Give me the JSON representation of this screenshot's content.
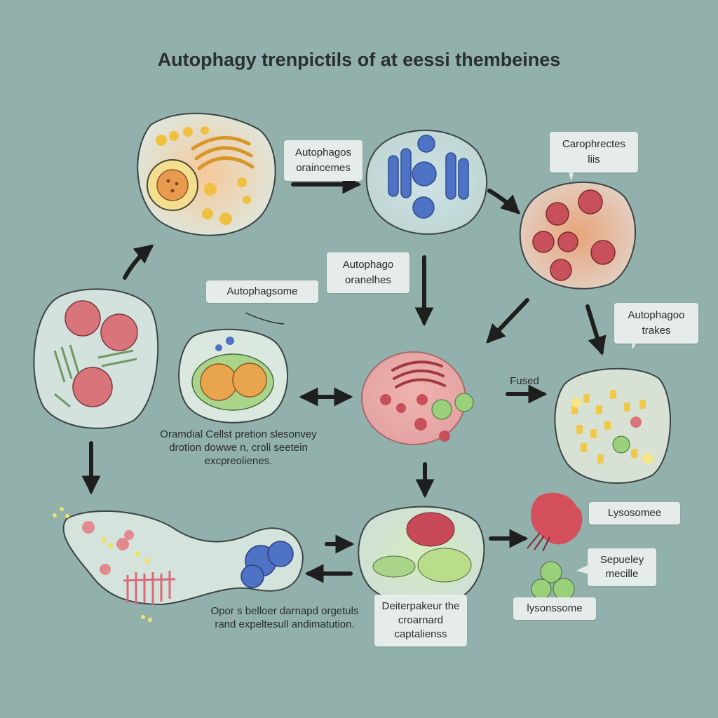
{
  "title": "Autophagy trenpictils of at eessi thembeines",
  "labels": {
    "autophagos_oraincemes": "Autophagos oraincemes",
    "carophrectes_liis": "Carophrectes liis",
    "autophago_oranelhes": "Autophago oranelhes",
    "autophagsome": "Autophagsome",
    "autophagoo_trakes": "Autophagoo trakes",
    "fused": "Fused",
    "oramdial_caption": "Oramdial Cellst pretion slesonvey drotion dowwe n, croli seetein excpreolienes.",
    "lysosomee": "Lysosomee",
    "sepueley_mecille": "Sepueley mecille",
    "lysonssome": "lysonssome",
    "opor_caption": "Opor s belloer darnapd orgetuls rand expeltesull andimatution.",
    "deiterpakeur_caption": "Deiterpakeur the croarnard captalienss"
  },
  "colors": {
    "background": "#93b1ac",
    "cell_fill": "#cfe0dc",
    "arrow": "#1e1e1e",
    "nucleus_red": "#d9747a",
    "golgi_orange": "#e9a83c",
    "mito_blue": "#4e72c4",
    "vesicle_yellow": "#f2e07a",
    "green": "#9bd07a",
    "lysosome_red": "#c85a66"
  },
  "icons": [
    "cell-icon",
    "nucleus-icon",
    "golgi-icon",
    "mitochondria-icon",
    "vesicle-icon",
    "lysosome-icon",
    "arrow-icon"
  ]
}
